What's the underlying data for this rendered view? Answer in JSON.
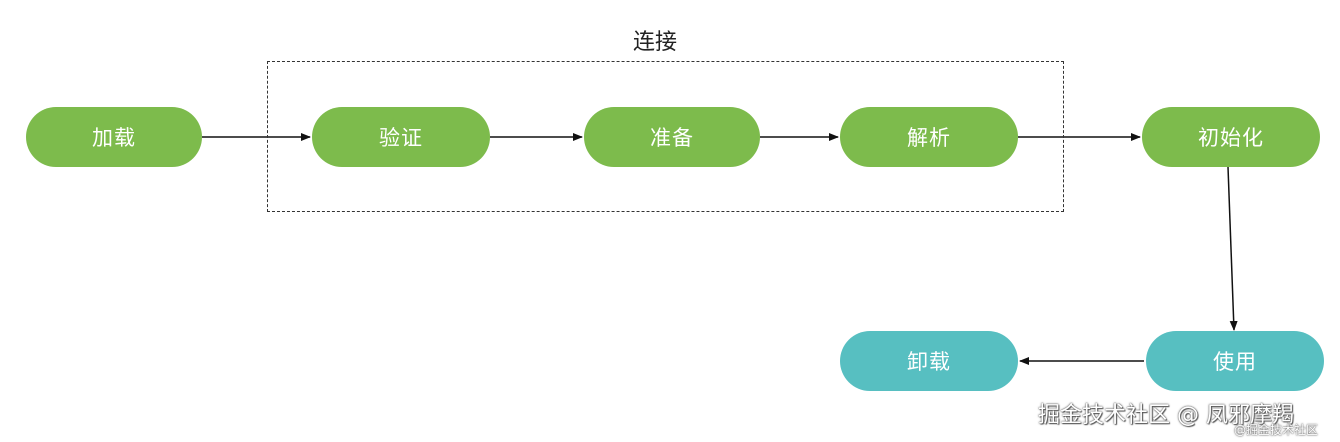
{
  "group": {
    "label": "连接"
  },
  "nodes": {
    "load": "加载",
    "verify": "验证",
    "prepare": "准备",
    "resolve": "解析",
    "initialize": "初始化",
    "use": "使用",
    "unload": "卸载"
  },
  "colors": {
    "stage_green": "#7dbb4c",
    "stage_teal": "#57bfc1",
    "arrow": "#111111"
  },
  "watermark": {
    "main": "掘金技术社区 @ 凤邪摩羯",
    "small": "@掘金技术社区"
  }
}
